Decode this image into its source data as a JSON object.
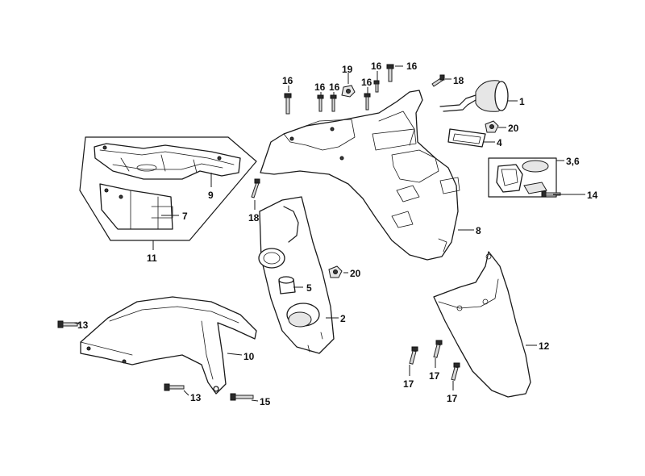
{
  "callouts": {
    "c1": "1",
    "c2": "2",
    "c3_6": "3,6",
    "c4": "4",
    "c5": "5",
    "c7": "7",
    "c8": "8",
    "c9": "9",
    "c10": "10",
    "c11": "11",
    "c12": "12",
    "c13a": "13",
    "c13b": "13",
    "c14": "14",
    "c15": "15",
    "c16a": "16",
    "c16b": "16",
    "c16c": "16",
    "c16d": "16",
    "c16e": "16",
    "c16f": "16",
    "c17a": "17",
    "c17b": "17",
    "c17c": "17",
    "c18a": "18",
    "c18b": "18",
    "c19": "19",
    "c20a": "20",
    "c20b": "20"
  }
}
